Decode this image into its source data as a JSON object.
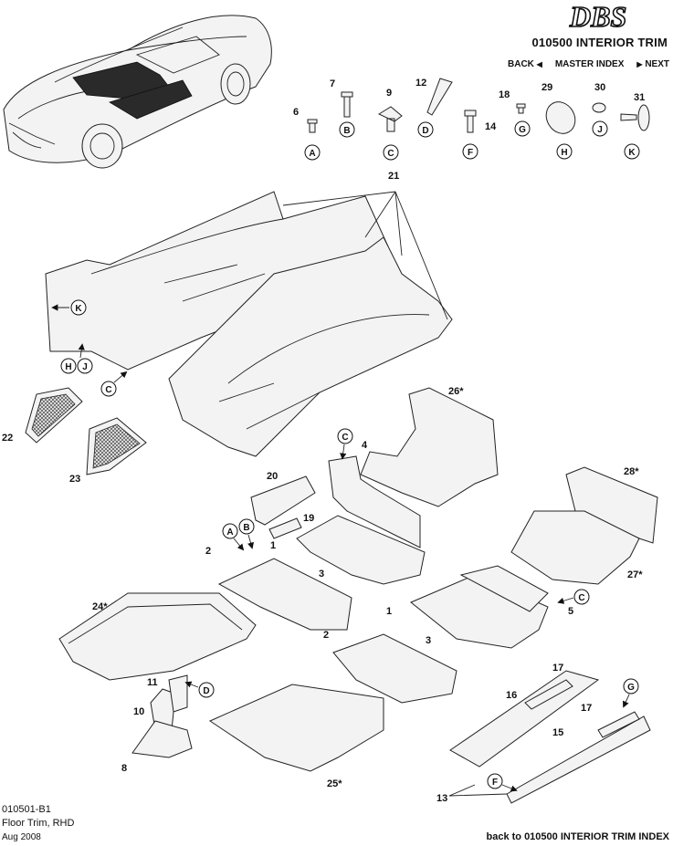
{
  "header": {
    "brand_logo_text": "DBS",
    "title": "010500 INTERIOR TRIM"
  },
  "nav": {
    "back": "BACK",
    "master_index": "MASTER INDEX",
    "next": "NEXT"
  },
  "fasteners": [
    {
      "num": "6",
      "letter": "A"
    },
    {
      "num": "7",
      "letter": "B"
    },
    {
      "num": "9",
      "letter": "C"
    },
    {
      "num": "12",
      "letter": "D"
    },
    {
      "num": "14",
      "letter": "F"
    },
    {
      "num": "18",
      "letter": "G"
    },
    {
      "num": "29",
      "letter": "H"
    },
    {
      "num": "30",
      "letter": "J"
    },
    {
      "num": "31",
      "letter": "K"
    }
  ],
  "callouts": {
    "c21": "21",
    "c22": "22",
    "c23": "23",
    "c26": "26*",
    "c4": "4",
    "c20": "20",
    "c19": "19",
    "c28": "28*",
    "c1a": "1",
    "c2a": "2",
    "c3a": "3",
    "c27": "27*",
    "c5": "5",
    "c24": "24*",
    "c1b": "1",
    "c2b": "2",
    "c3b": "3",
    "c11": "11",
    "c10": "10",
    "c8": "8",
    "c25": "25*",
    "c17a": "17",
    "c16": "16",
    "c17b": "17",
    "c15": "15",
    "c13": "13"
  },
  "letters": {
    "K": "K",
    "H": "H",
    "J": "J",
    "C1": "C",
    "C2": "C",
    "A": "A",
    "B": "B",
    "C3": "C",
    "D": "D",
    "G": "G",
    "F": "F"
  },
  "footer": {
    "ref": "010501-B1",
    "name": "Floor Trim, RHD",
    "date": "Aug 2008",
    "back_link": "back to 010500 INTERIOR TRIM INDEX"
  }
}
